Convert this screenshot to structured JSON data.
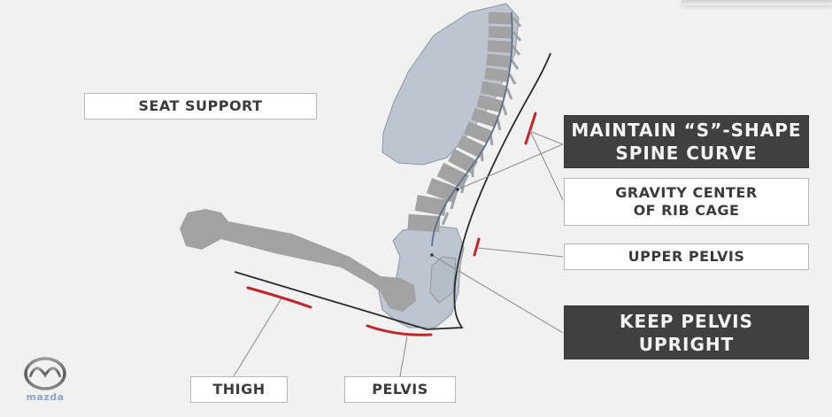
{
  "diagram": {
    "labels": {
      "seat_support": "SEAT SUPPORT",
      "maintain_spine_line1": "MAINTAIN “S”-SHAPE",
      "maintain_spine_line2": "SPINE CURVE",
      "gravity_center_line1": "GRAVITY CENTER",
      "gravity_center_line2": "OF RIB CAGE",
      "upper_pelvis": "UPPER PELVIS",
      "keep_pelvis_line1": "KEEP PELVIS",
      "keep_pelvis_line2": "UPRIGHT",
      "thigh": "THIGH",
      "pelvis": "PELVIS"
    },
    "colors": {
      "background": "#f1f1f1",
      "bone": "#a2a2a2",
      "body_fill": "#bcc5d0",
      "spine_line": "#5a6f8c",
      "seat_line": "#2a2a2a",
      "support_marker": "#c0262b",
      "leader_line": "#8a8a8a",
      "dark_box": "#404040",
      "light_box": "#ffffff"
    }
  },
  "branding": {
    "logo_icon": "mazda-logo-icon",
    "logo_text": "mazda"
  }
}
